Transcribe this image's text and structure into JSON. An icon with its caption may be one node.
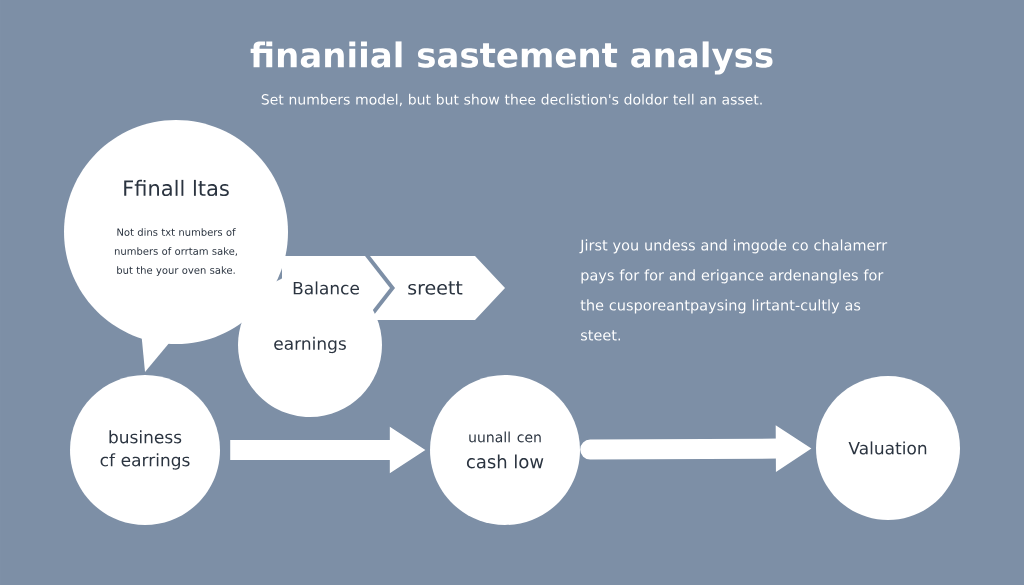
{
  "diagram": {
    "title": "finaniial sastement analyss",
    "nodes": [
      {
        "text": [
          "Ffinall ltas",
          "Not dins txt numbers of numbers of orrtam sake, but the your oven sake."
        ]
      },
      {
        "text": [
          "earnings"
        ]
      },
      {
        "text": [
          "Balance"
        ]
      },
      {
        "text": [
          "sreett"
        ]
      },
      {
        "text": [
          "business cf earrings"
        ]
      },
      {
        "text": [
          "uunall cen",
          "cash low"
        ]
      },
      {
        "text": [
          "Valuation"
        ]
      }
    ],
    "edges": [
      {
        "from": 4,
        "to": 5,
        "arrow": "to"
      },
      {
        "from": 5,
        "to": 6,
        "arrow": "to"
      }
    ],
    "labels": [
      "Set numbers model, but but show thee declistion's doldor tell an asset.",
      "Jirst you undess and imgode co chalamerr pays for for and erigance ardenangles for the cusporeantpaysing lirtant-cultly as steet."
    ]
  }
}
